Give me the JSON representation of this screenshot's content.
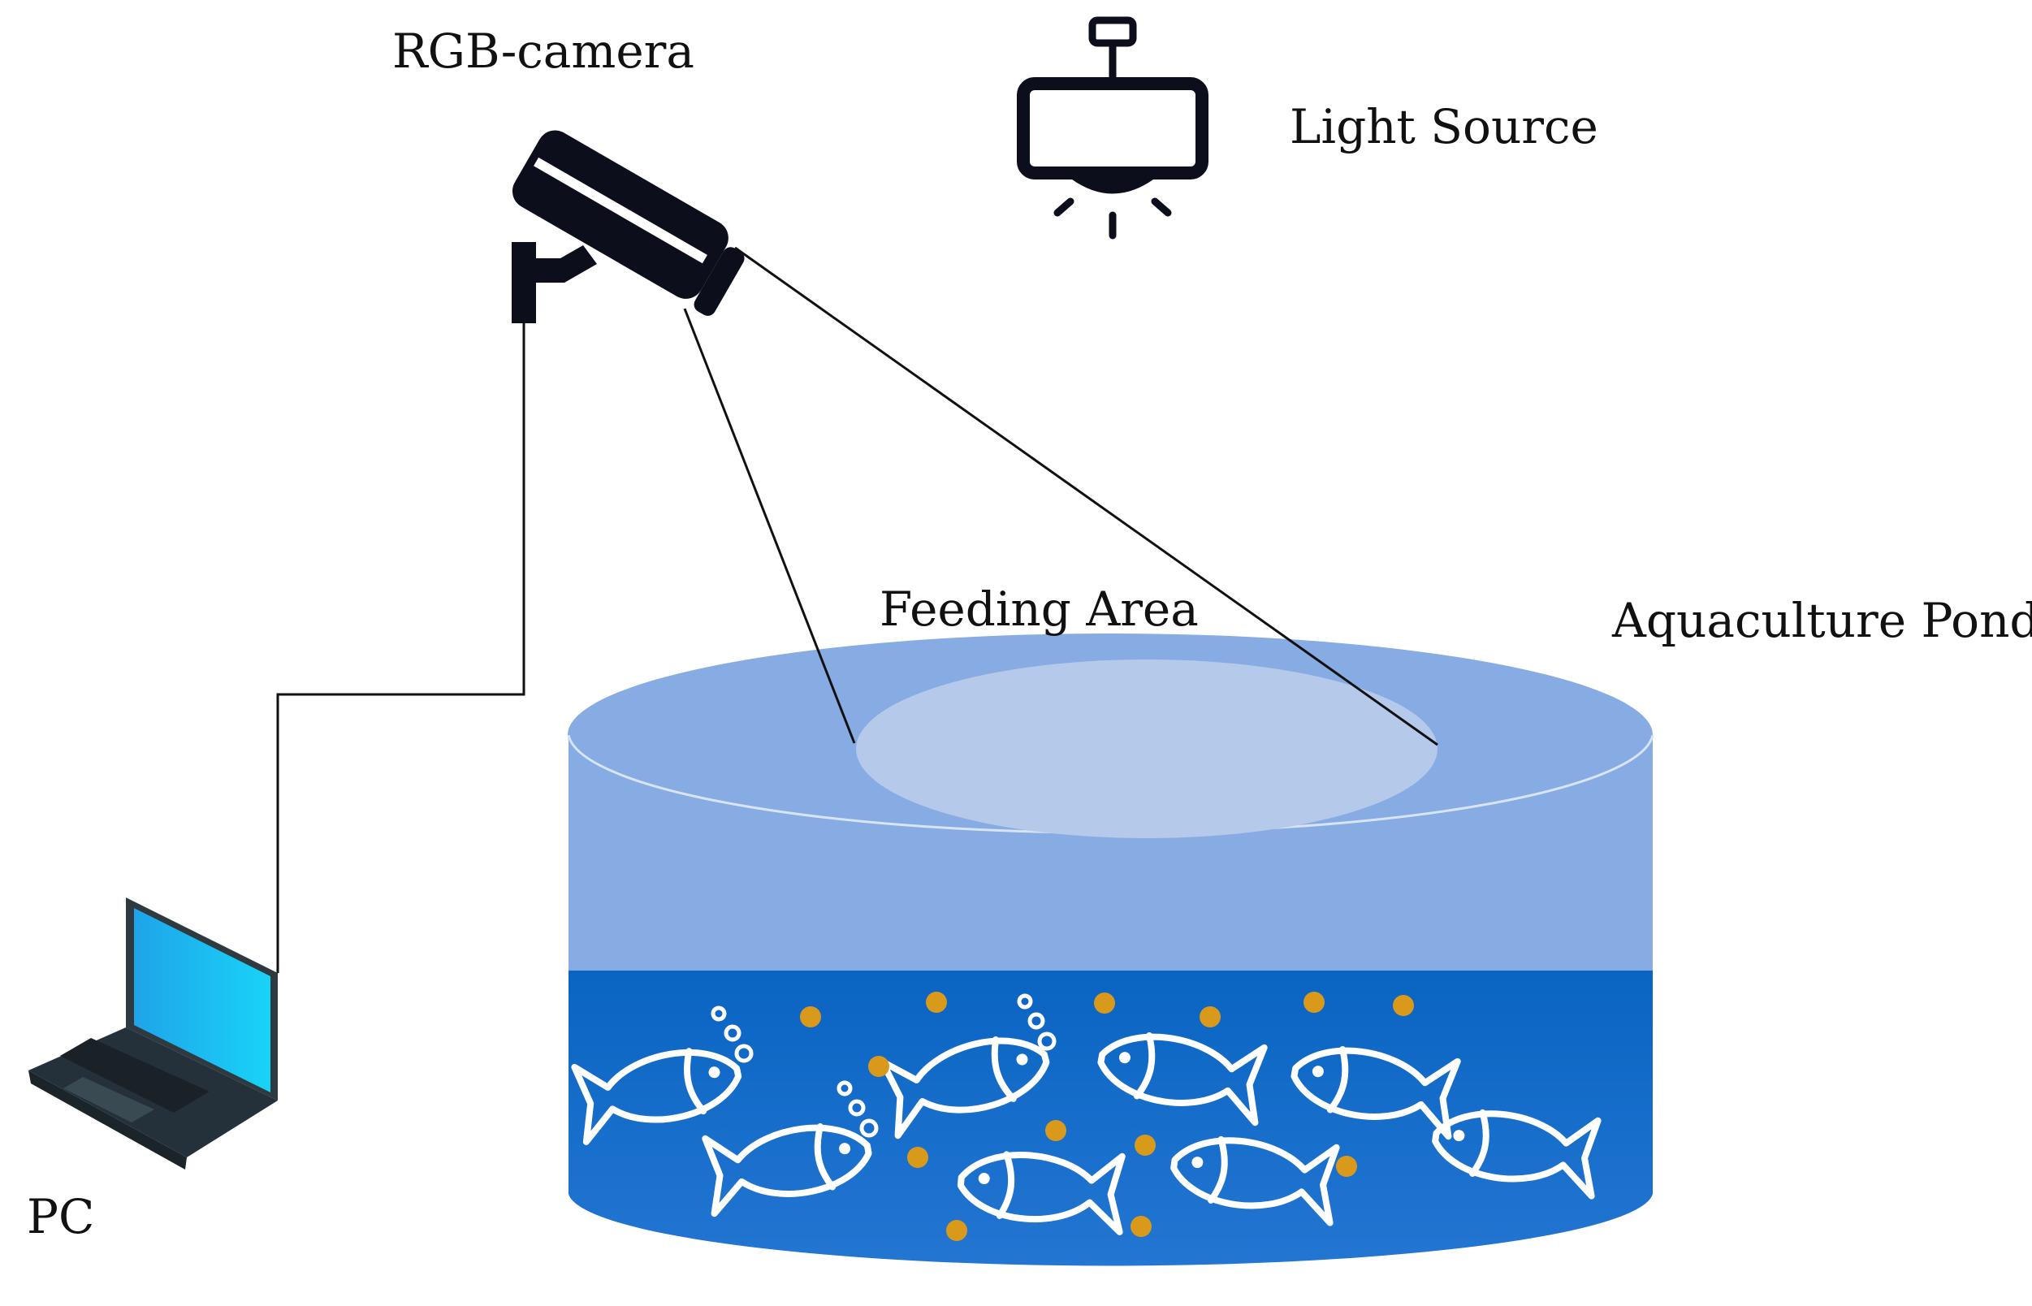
{
  "labels": {
    "camera": "RGB-camera",
    "light": "Light Source",
    "feeding_area": "Feeding Area",
    "pond": "Aquaculture Pond",
    "pc": "PC"
  },
  "icons": {
    "camera": "security-camera-icon",
    "light": "ceiling-lamp-icon",
    "pc": "laptop-icon",
    "fish": "fish-icon",
    "bubble": "bubble-icon",
    "feed": "feed-pellet-icon"
  },
  "colors": {
    "pond_top": "#86ace3",
    "feeding_area": "#b5c9ea",
    "water_upper": "#0a64c2",
    "water_lower": "#2376d2",
    "feed_pellet": "#d99a1c",
    "laptop_screen": "#1fb6ee",
    "laptop_body": "#2e3a40",
    "line": "#111111"
  }
}
